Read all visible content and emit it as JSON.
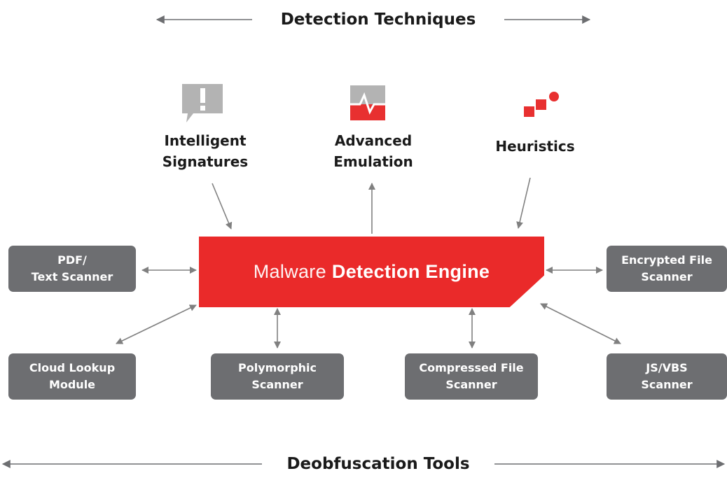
{
  "banners": {
    "top": "Detection Techniques",
    "bottom": "Deobfuscation Tools"
  },
  "techniques": [
    {
      "label": "Intelligent\nSignatures",
      "icon": "alert-speech-bubble-icon"
    },
    {
      "label": "Advanced\nEmulation",
      "icon": "pulse-window-icon"
    },
    {
      "label": "Heuristics",
      "icon": "rising-dots-icon"
    }
  ],
  "engine": {
    "label_light": "Malware",
    "label_strong": "Detection Engine"
  },
  "scanners": [
    {
      "id": "pdf-text-scanner",
      "label": "PDF/\nText Scanner"
    },
    {
      "id": "encrypted-file-scanner",
      "label": "Encrypted File\nScanner"
    },
    {
      "id": "cloud-lookup-module",
      "label": "Cloud Lookup\nModule"
    },
    {
      "id": "polymorphic-scanner",
      "label": "Polymorphic\nScanner"
    },
    {
      "id": "compressed-file-scanner",
      "label": "Compressed File\nScanner"
    },
    {
      "id": "js-vbs-scanner",
      "label": "JS/VBS\nScanner"
    }
  ],
  "colors": {
    "engine": "#ea2a2a",
    "box": "#6d6e71",
    "arrow": "#808080",
    "icon_gray": "#b3b3b3",
    "text": "#1a1a1a"
  }
}
